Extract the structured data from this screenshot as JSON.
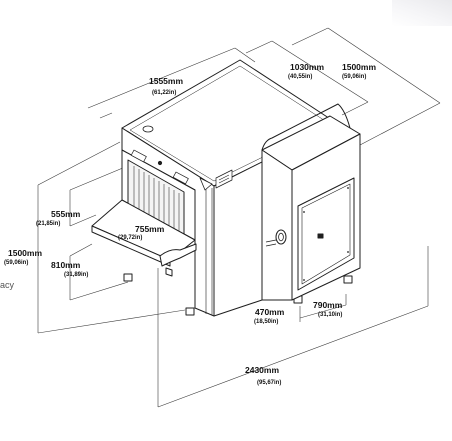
{
  "fragment_text": "acy",
  "colors": {
    "line": "#1f1f1f",
    "dim_line": "#3a3a3a",
    "body_fill": "#ffffff",
    "slat": "#555555",
    "accent_gray": "#e9e9ec"
  },
  "icons": {
    "handle": "round-handle",
    "keyhole": "keyhole",
    "screws": "screw-dots"
  },
  "dimensions": {
    "depth_top": {
      "mm": "1030mm",
      "in": "(40,55in)"
    },
    "length_top": {
      "mm": "1500mm",
      "in": "(59,06in)"
    },
    "width_top": {
      "mm": "1555mm",
      "in": "(61,22in)"
    },
    "tunnel_height": {
      "mm": "555mm",
      "in": "(21,85in)"
    },
    "overall_height": {
      "mm": "1500mm",
      "in": "(59,06in)"
    },
    "conveyor_height": {
      "mm": "810mm",
      "in": "(31,89in)"
    },
    "tunnel_width": {
      "mm": "755mm",
      "in": "(29,72in)"
    },
    "right_depth": {
      "mm": "470mm",
      "in": "(18,50in)"
    },
    "right_width": {
      "mm": "790mm",
      "in": "(31,10in)"
    },
    "total_length": {
      "mm": "2430mm",
      "in": "(95,67in)"
    }
  }
}
